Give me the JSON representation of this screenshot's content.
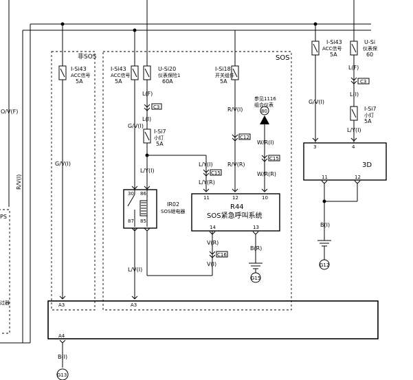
{
  "regions": {
    "non_sos": "非SOS",
    "sos": "SOS",
    "ps": "PS",
    "left_partial": "过器"
  },
  "fuses": [
    {
      "id": "f1",
      "name": "I-Si43",
      "desc": "ACC信号",
      "rating": "5A"
    },
    {
      "id": "f2",
      "name": "I-Si43",
      "desc": "ACC信号",
      "rating": "5A"
    },
    {
      "id": "f3",
      "name": "U-Si20",
      "desc": "仪表保险1",
      "rating": "60A"
    },
    {
      "id": "f4",
      "name": "I-Si7",
      "desc": "小灯",
      "rating": "5A"
    },
    {
      "id": "f5",
      "name": "I-Si18",
      "desc": "开关组件",
      "rating": "5A"
    },
    {
      "id": "f6",
      "name": "I-Si43",
      "desc": "ACC信号",
      "rating": "5A"
    },
    {
      "id": "f7",
      "name": "U-Si",
      "desc": "仪表保",
      "rating": "60"
    },
    {
      "id": "f8",
      "name": "I-Si7",
      "desc": "小灯",
      "rating": "5A"
    }
  ],
  "wires": {
    "ov_f": "O/V(F)",
    "rv_i_left": "R/V(I)",
    "gv_i_1": "G/V(I)",
    "gv_i_2": "G/V(I)",
    "lf_1": "L(F)",
    "li_1": "L(I)",
    "ly_i_1": "L/Y(I)",
    "ly_i_2": "L/Y(I)",
    "ly_r": "L/Y(R)",
    "lv_i": "L/V(I)",
    "rv_i_mid": "R/V(I)",
    "rv_r": "R/V(R)",
    "wr_i": "W/R(I)",
    "wr_r": "W/R(R)",
    "v_r": "V(R)",
    "v_i": "V(I)",
    "b_r": "B(R)",
    "b_i_left": "B(I)",
    "gv_i_3": "G/V(I)",
    "lf_2": "L(F)",
    "li_2": "L(I)",
    "ly_i_3": "L/Y(I)",
    "b_i_right": "B(I)"
  },
  "connectors": {
    "c3": "C3",
    "c12": "C12",
    "c15a": "C15",
    "c15b": "C15",
    "c16": "C16",
    "c3b": "C3"
  },
  "relay": {
    "name": "IR02",
    "desc": "SOS继电器",
    "pins": {
      "p30": "30",
      "p86": "86",
      "p87": "87",
      "p85": "85"
    }
  },
  "module_r44": {
    "name": "R44",
    "desc": "SOS紧急呼叫系统",
    "pins": {
      "p11": "11",
      "p12": "12",
      "p10": "10",
      "p14": "14",
      "p13": "13"
    }
  },
  "module_3d": {
    "name": "3D",
    "pins": {
      "p3": "3",
      "p4": "4",
      "p11": "11",
      "p12": "12"
    }
  },
  "reference": {
    "line1": "参见1116",
    "line2": "组合仪表",
    "num": "80"
  },
  "grounds": {
    "g15": "G15",
    "g12": "G12",
    "g13": "G13"
  },
  "terminals": {
    "a3_left": "A3",
    "a3_right": "A3",
    "a4": "A4"
  }
}
